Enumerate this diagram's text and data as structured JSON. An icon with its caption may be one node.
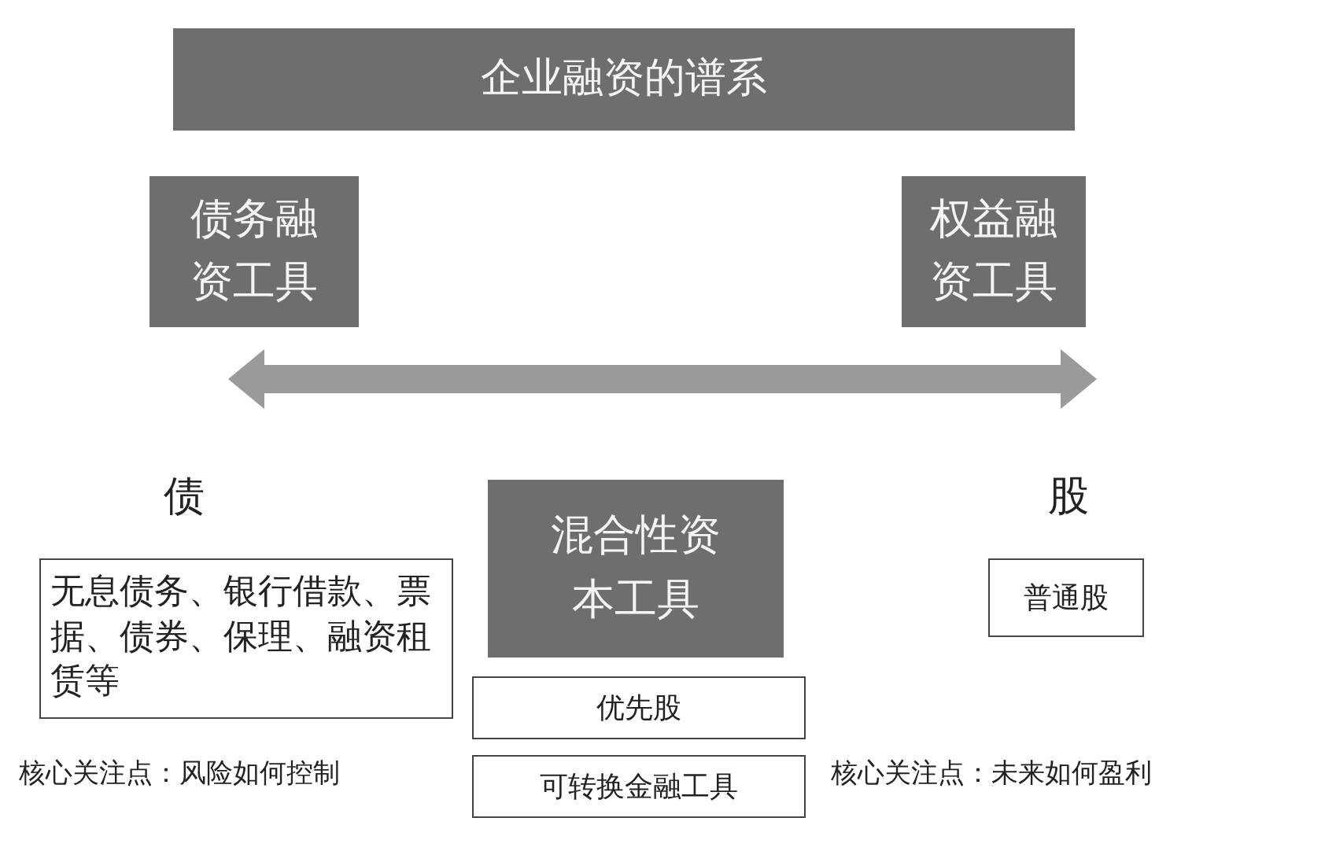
{
  "diagram": {
    "nodes": [
      {
        "text": [
          "企业融资的谱系"
        ]
      },
      {
        "text": [
          "债务融资工具"
        ]
      },
      {
        "text": [
          "权益融资工具"
        ]
      },
      {
        "text": [
          "无息债务、银行借款、票据、债券、保理、融资租赁等"
        ]
      },
      {
        "text": [
          "混合性资本工具"
        ]
      },
      {
        "text": [
          "优先股"
        ]
      },
      {
        "text": [
          "可转换金融工具"
        ]
      },
      {
        "text": [
          "普通股"
        ]
      }
    ],
    "labels": [
      "债",
      "股",
      "核心关注点：风险如何控制",
      "核心关注点：未来如何盈利"
    ]
  }
}
